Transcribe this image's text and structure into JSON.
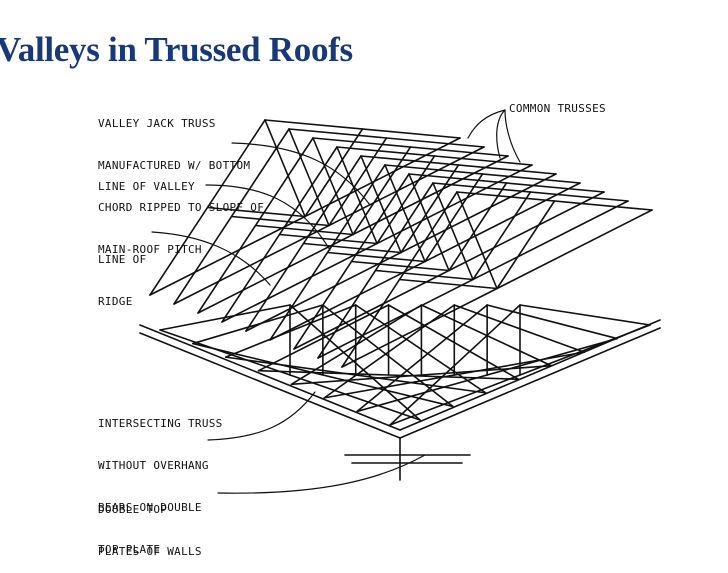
{
  "title": "Valleys in Trussed Roofs",
  "labels": {
    "valley_jack": [
      "VALLEY JACK TRUSS",
      "MANUFACTURED W/ BOTTOM",
      "CHORD RIPPED TO SLOPE OF",
      "MAIN-ROOF PITCH"
    ],
    "common_trusses": "COMMON TRUSSES",
    "line_of_valley": "LINE OF VALLEY",
    "line_of_ridge": [
      "LINE OF",
      "RIDGE"
    ],
    "intersecting": [
      "INTERSECTING TRUSS",
      "WITHOUT OVERHANG",
      "BEARS ON DOUBLE",
      "TOP PLATE"
    ],
    "double_top": [
      "DOUBLE TOP",
      "PLATES OF WALLS"
    ]
  }
}
